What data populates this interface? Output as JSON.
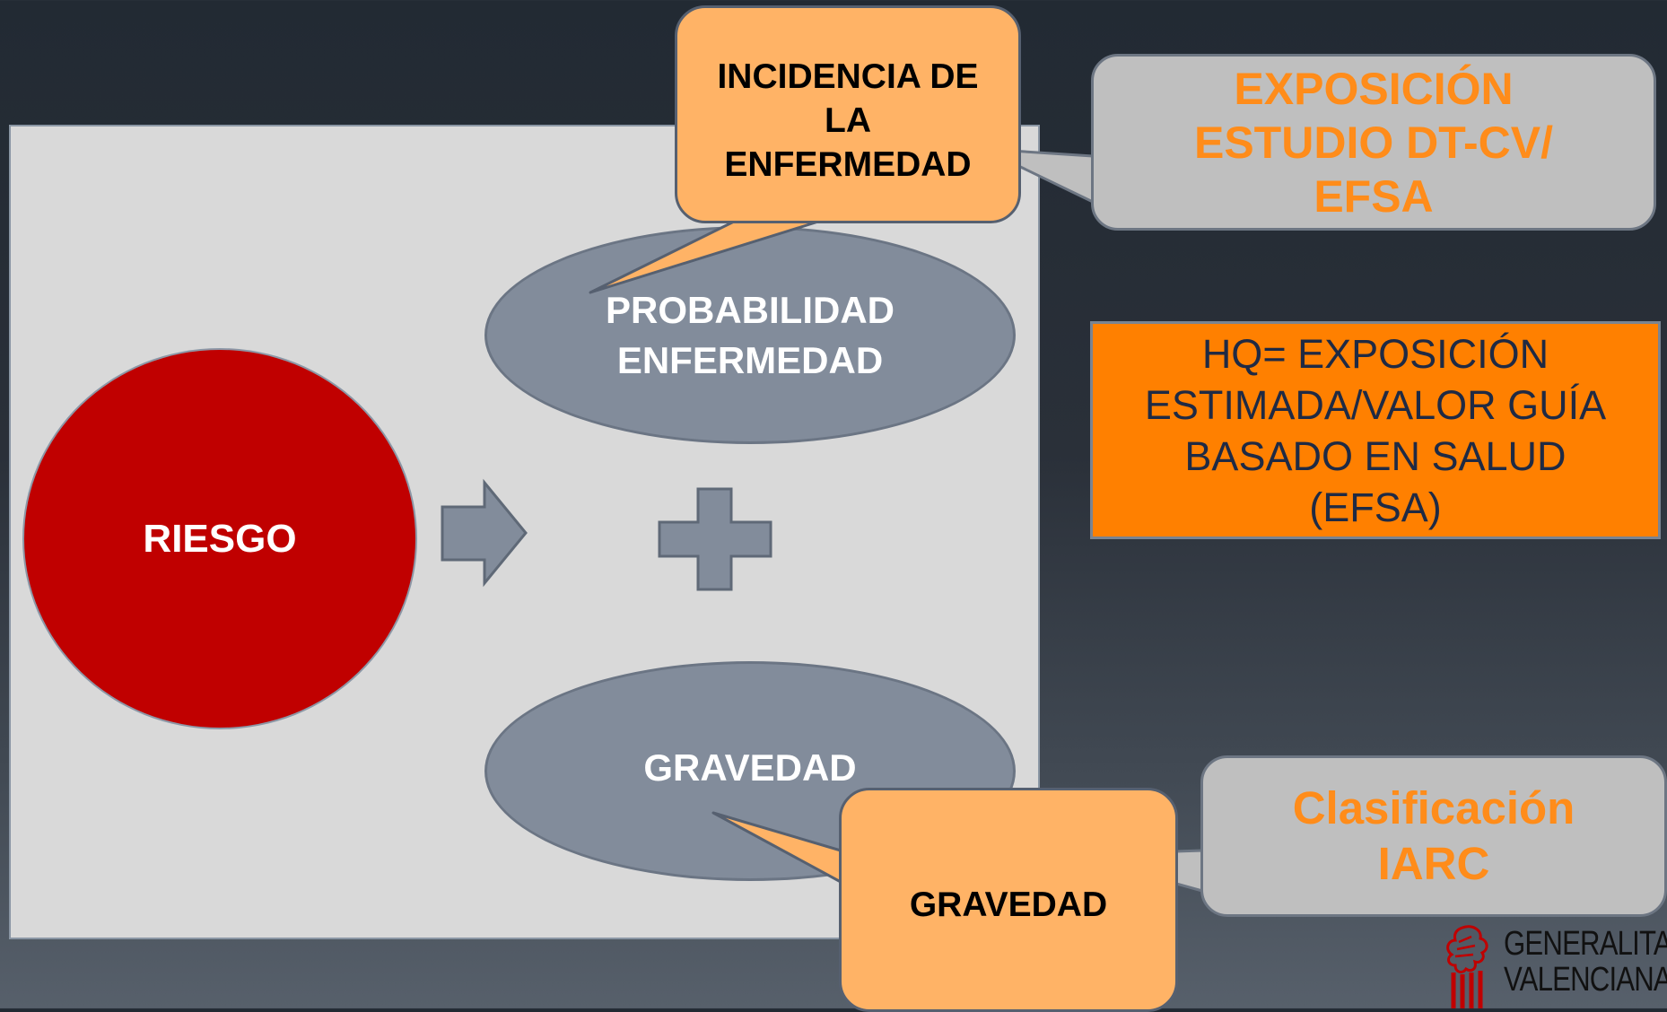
{
  "diagram": {
    "riesgo": "RIESGO",
    "probabilidad": [
      "PROBABILIDAD",
      "ENFERMEDAD"
    ],
    "gravedad_oval": "GRAVEDAD",
    "incidencia": [
      "INCIDENCIA DE",
      "LA",
      "ENFERMEDAD"
    ],
    "gravedad_callout": "GRAVEDAD",
    "exposicion": [
      "EXPOSICIÓN",
      "ESTUDIO DT-CV/",
      "EFSA"
    ],
    "hq_box": [
      "HQ= EXPOSICIÓN",
      "ESTIMADA/VALOR GUÍA",
      "BASADO EN SALUD",
      "(EFSA)"
    ],
    "clasificacion": [
      "Clasificación",
      "IARC"
    ]
  },
  "logo": {
    "lines": [
      "GENERALITAT",
      "VALENCIANA"
    ],
    "icon": "coat-of-arms-icon"
  },
  "colors": {
    "riesgo": "#c00000",
    "oval": "#828c9b",
    "callout_orange": "#ffb366",
    "hq_orange": "#ff8000",
    "callout_gray": "#bfbfbf",
    "accent_text": "#ff8c1a",
    "panel": "#d9d9d9"
  }
}
